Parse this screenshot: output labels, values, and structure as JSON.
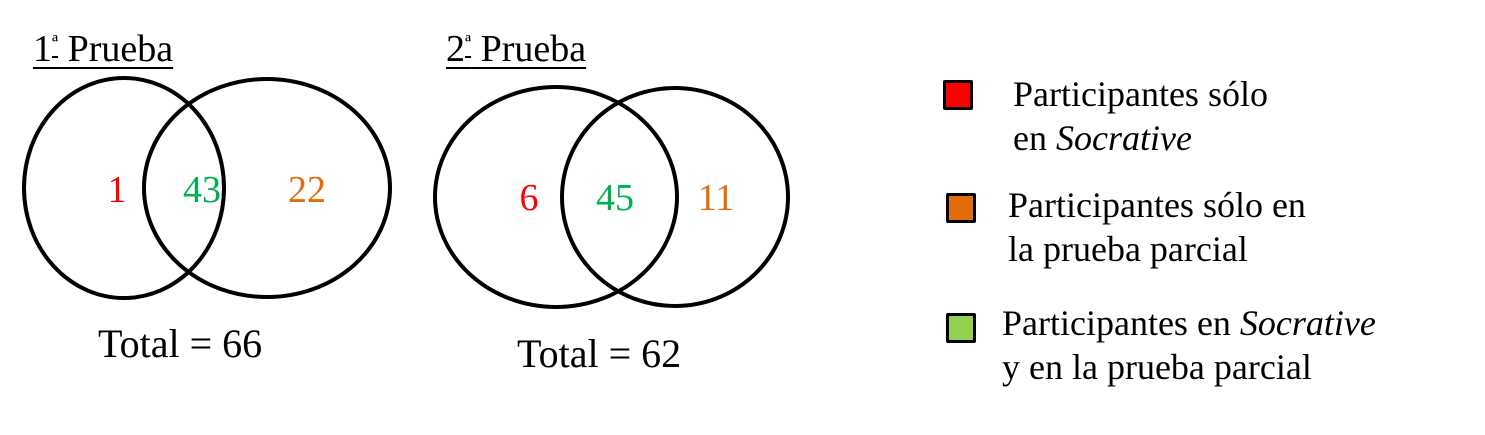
{
  "diagrams": [
    {
      "title_number": "1",
      "title_ordinal": "ª",
      "title_text": " Prueba",
      "only_socrative": "1",
      "both": "43",
      "only_partial": "22",
      "total_label": "Total = 66"
    },
    {
      "title_number": "2",
      "title_ordinal": "ª",
      "title_text": " Prueba",
      "only_socrative": "6",
      "both": "45",
      "only_partial": "11",
      "total_label": "Total = 62"
    }
  ],
  "legend": [
    {
      "color": "#ff0000",
      "line1": "Participantes sólo",
      "line2_pre": "en ",
      "line2_italic": "Socrative",
      "line2_post": ""
    },
    {
      "color": "#e36c0a",
      "line1": "Participantes sólo en",
      "line2_pre": "la prueba parcial",
      "line2_italic": "",
      "line2_post": ""
    },
    {
      "color": "#92d050",
      "line1_pre": "Participantes en ",
      "line1_italic": "Socrative",
      "line2_pre": "y en la prueba parcial",
      "line2_italic": "",
      "line2_post": ""
    }
  ],
  "colors": {
    "only_socrative": "#ff0000",
    "both": "#00b050",
    "only_partial": "#e36c0a",
    "outline": "#000000"
  },
  "chart_data": {
    "type": "venn",
    "sets": [
      "Socrative",
      "Prueba parcial"
    ],
    "series": [
      {
        "name": "1ª Prueba",
        "only_socrative": 1,
        "both": 43,
        "only_partial": 22,
        "total": 66
      },
      {
        "name": "2ª Prueba",
        "only_socrative": 6,
        "both": 45,
        "only_partial": 11,
        "total": 62
      }
    ],
    "legend": [
      "Participantes sólo en Socrative",
      "Participantes sólo en la prueba parcial",
      "Participantes en Socrative y en la prueba parcial"
    ],
    "legend_position": "right"
  }
}
